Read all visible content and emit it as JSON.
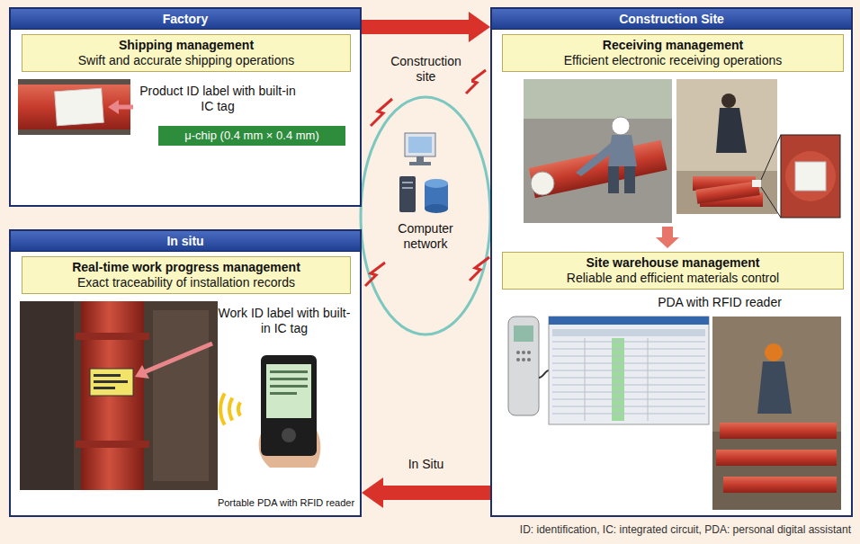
{
  "diagram": {
    "nodes": [
      {
        "text": [
          "Factory"
        ]
      },
      {
        "text": [
          "Shipping management",
          "Swift and accurate shipping operations"
        ],
        "in": 0
      },
      {
        "text": [
          "μ-chip (0.4 mm × 0.4 mm)"
        ],
        "in": 0
      },
      {
        "text": [
          "Construction Site"
        ]
      },
      {
        "text": [
          "Receiving management",
          "Efficient electronic receiving operations"
        ],
        "in": 3
      },
      {
        "text": [
          "Site warehouse management",
          "Reliable and efficient materials control"
        ],
        "in": 3
      },
      {
        "text": [
          "In situ"
        ]
      },
      {
        "text": [
          "Real-time work progress management",
          "Exact traceability of installation records"
        ],
        "in": 6
      }
    ],
    "edges": [
      {
        "from": 0,
        "to": 3,
        "label": "Construction site",
        "arrow": "to"
      },
      {
        "from": 3,
        "to": 6,
        "label": "In Situ",
        "arrow": "to"
      }
    ],
    "labels": [
      "Product ID label with built-in IC tag",
      "Computer network",
      "PDA with RFID reader",
      "Work ID label with built-in IC tag",
      "Portable PDA with RFID reader",
      "ID: identification, IC: integrated circuit, PDA: personal digital assistant"
    ]
  }
}
